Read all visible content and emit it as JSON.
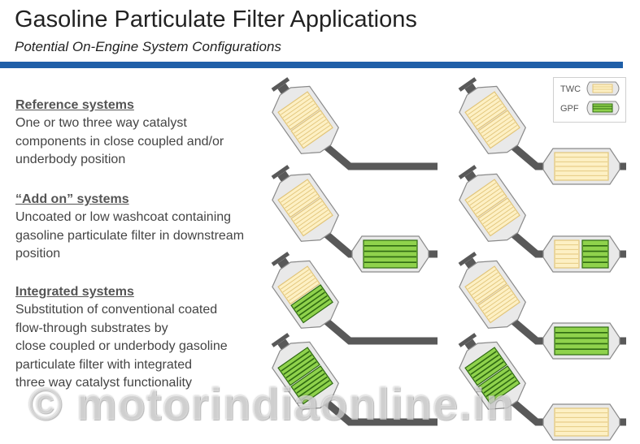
{
  "header": {
    "title": "Gasoline Particulate Filter Applications",
    "subtitle": "Potential On-Engine System Configurations"
  },
  "sections": [
    {
      "heading": "Reference systems",
      "lines": [
        "One or two three way catalyst",
        "components in close coupled and/or",
        "underbody position"
      ]
    },
    {
      "heading": "“Add on” systems",
      "lines": [
        "Uncoated or low washcoat containing",
        "gasoline particulate filter in downstream",
        "position"
      ]
    },
    {
      "heading": "Integrated systems",
      "lines": [
        "Substitution of conventional coated",
        "flow-through substrates by",
        "close coupled or underbody gasoline",
        "particulate filter with integrated",
        "three way catalyst functionality"
      ]
    }
  ],
  "legend": {
    "twc_label": "TWC",
    "gpf_label": "GPF"
  },
  "colors": {
    "twc_fill": "#fdf0c4",
    "twc_line": "#e2c57a",
    "gpf_fill": "#8fd24c",
    "gpf_line": "#2f6a12",
    "pipe": "#595959",
    "housing": "#e9e9e9",
    "housing_edge": "#8a8a8a",
    "accent_rule": "#1f5fa8"
  },
  "diagram_items": [
    {
      "name": "config-reference-1",
      "cc": [
        "twc",
        "twc"
      ],
      "ub": null
    },
    {
      "name": "config-reference-2",
      "cc": [
        "twc",
        "twc"
      ],
      "ub": [
        "twc"
      ]
    },
    {
      "name": "config-addon-1",
      "cc": [
        "twc",
        "twc"
      ],
      "ub": [
        "gpf"
      ]
    },
    {
      "name": "config-addon-2",
      "cc": [
        "twc",
        "twc"
      ],
      "ub": [
        "twc",
        "gpf"
      ]
    },
    {
      "name": "config-integrated-1",
      "cc": [
        "twc",
        "gpf"
      ],
      "ub": null
    },
    {
      "name": "config-integrated-2",
      "cc": [
        "twc",
        "twc"
      ],
      "ub": [
        "gpf"
      ]
    },
    {
      "name": "config-integrated-3",
      "cc": [
        "gpf",
        "gpf"
      ],
      "ub": null
    },
    {
      "name": "config-integrated-4",
      "cc": [
        "gpf",
        "gpf"
      ],
      "ub": [
        "twc"
      ]
    }
  ],
  "watermark": "© motorindiaonline.in"
}
